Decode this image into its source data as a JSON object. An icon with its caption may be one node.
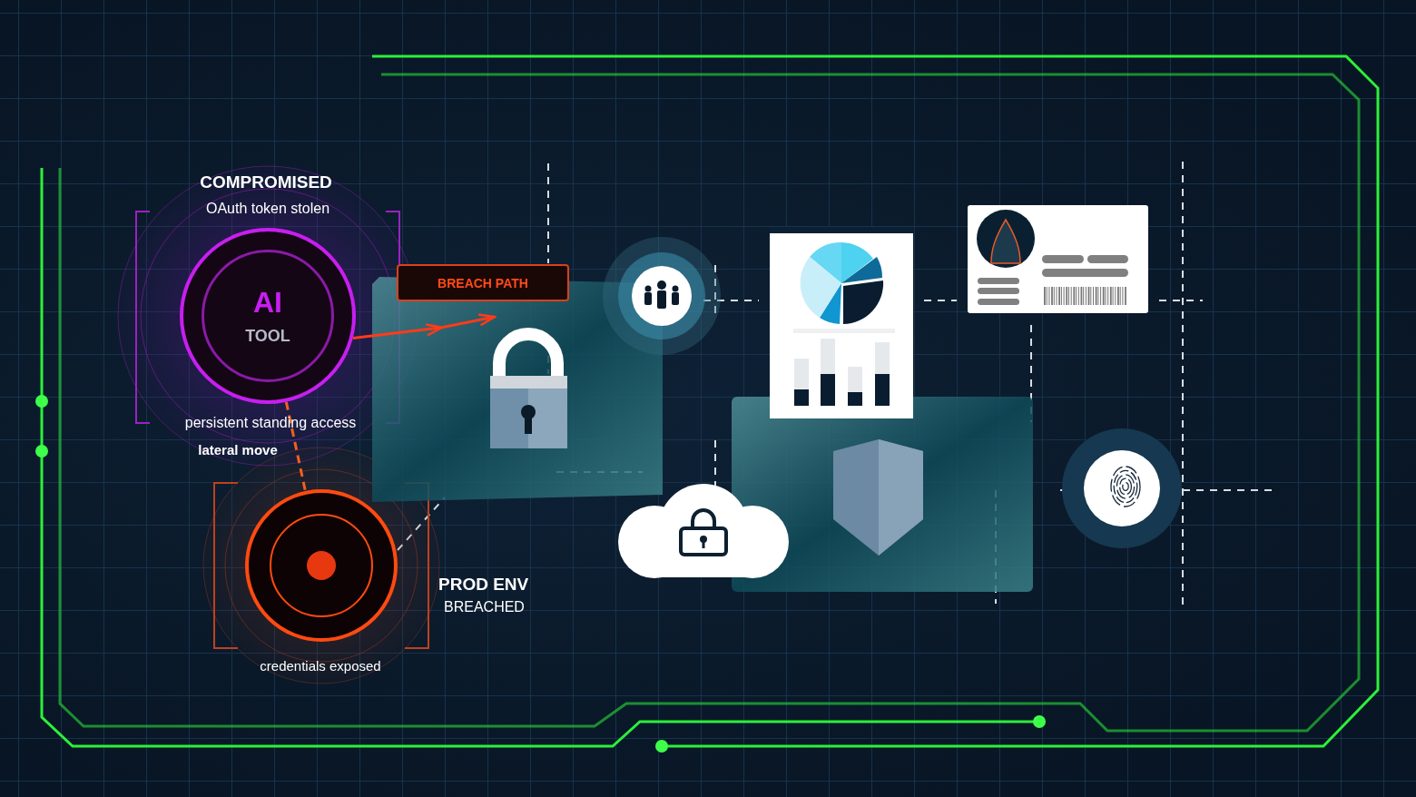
{
  "diagram": {
    "nodes": [
      {
        "text": [
          "AI",
          "TOOL"
        ],
        "beside": [
          "COMPROMISED",
          "OAuth token stolen",
          "persistent standing access"
        ]
      },
      {
        "text": [],
        "shape": "circle",
        "beside": [
          "PROD ENV",
          "BREACHED",
          "credentials exposed"
        ]
      },
      {
        "text": [],
        "shape": "picture"
      }
    ],
    "edges": [
      {
        "from": 0,
        "to": 2,
        "arrow": "to",
        "label": "BREACH PATH",
        "color": "#ff3b1a"
      },
      {
        "from": 0,
        "to": 1,
        "arrow": "none",
        "label": "lateral move",
        "style": "dashed",
        "color": "#f0601e"
      }
    ]
  }
}
